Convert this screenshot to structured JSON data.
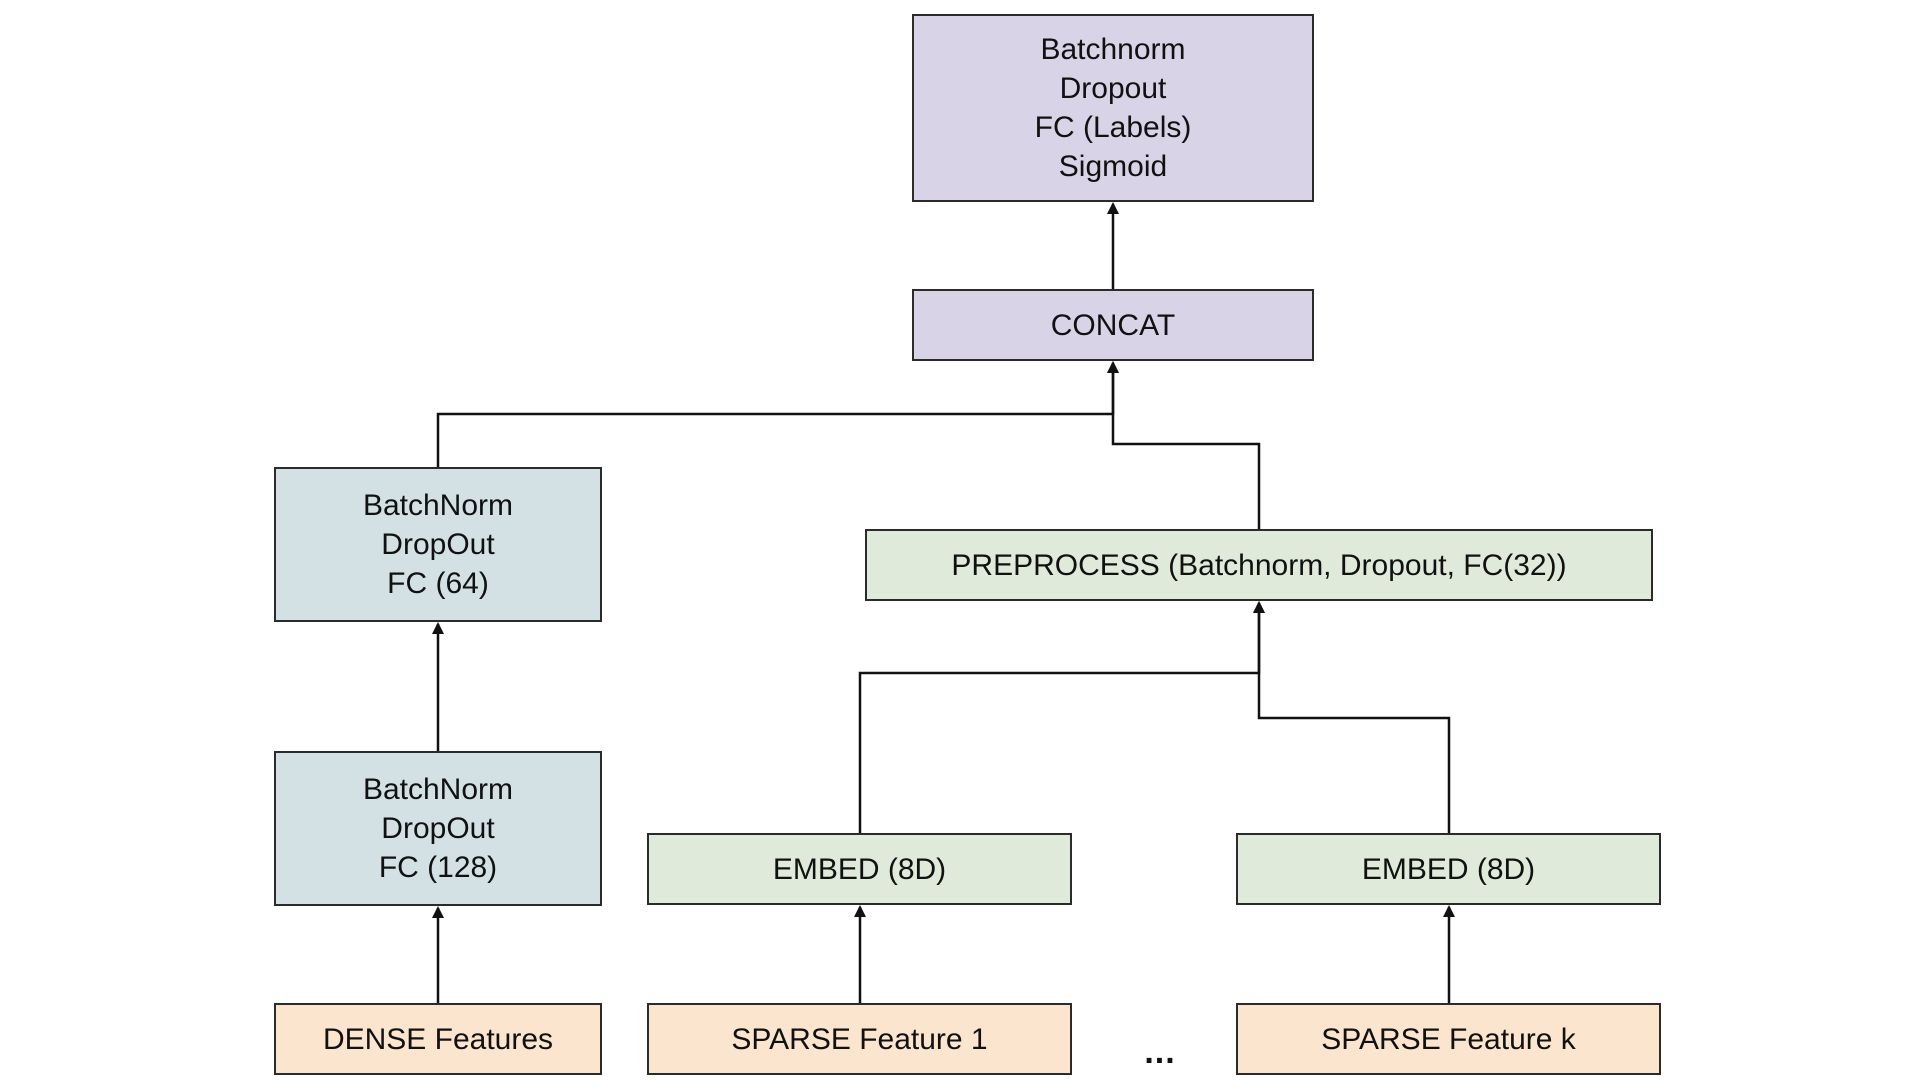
{
  "nodes": {
    "head": {
      "lines": [
        "Batchnorm",
        "Dropout",
        "FC (Labels)",
        "Sigmoid"
      ],
      "color": "#d9d3e8"
    },
    "concat": {
      "lines": [
        "CONCAT"
      ],
      "color": "#d9d3e8"
    },
    "dense_fc64": {
      "lines": [
        "BatchNorm",
        "DropOut",
        "FC (64)"
      ],
      "color": "#d3e1e5"
    },
    "dense_fc128": {
      "lines": [
        "BatchNorm",
        "DropOut",
        "FC (128)"
      ],
      "color": "#d3e1e5"
    },
    "preprocess": {
      "lines": [
        "PREPROCESS (Batchnorm, Dropout, FC(32))"
      ],
      "color": "#e0eadb"
    },
    "embed_1": {
      "lines": [
        "EMBED (8D)"
      ],
      "color": "#e0eadb"
    },
    "embed_k": {
      "lines": [
        "EMBED (8D)"
      ],
      "color": "#e0eadb"
    },
    "dense_features": {
      "lines": [
        "DENSE Features"
      ],
      "color": "#fbe5cf"
    },
    "sparse_feature_1": {
      "lines": [
        "SPARSE Feature 1"
      ],
      "color": "#fbe5cf"
    },
    "sparse_feature_k": {
      "lines": [
        "SPARSE Feature k"
      ],
      "color": "#fbe5cf"
    }
  },
  "ellipsis": "...",
  "edges": [
    {
      "from": "dense_features",
      "to": "dense_fc128"
    },
    {
      "from": "dense_fc128",
      "to": "dense_fc64"
    },
    {
      "from": "sparse_feature_1",
      "to": "embed_1"
    },
    {
      "from": "sparse_feature_k",
      "to": "embed_k"
    },
    {
      "from": "embed_1",
      "to": "preprocess"
    },
    {
      "from": "embed_k",
      "to": "preprocess"
    },
    {
      "from": "dense_fc64",
      "to": "concat"
    },
    {
      "from": "preprocess",
      "to": "concat"
    },
    {
      "from": "concat",
      "to": "head"
    }
  ]
}
